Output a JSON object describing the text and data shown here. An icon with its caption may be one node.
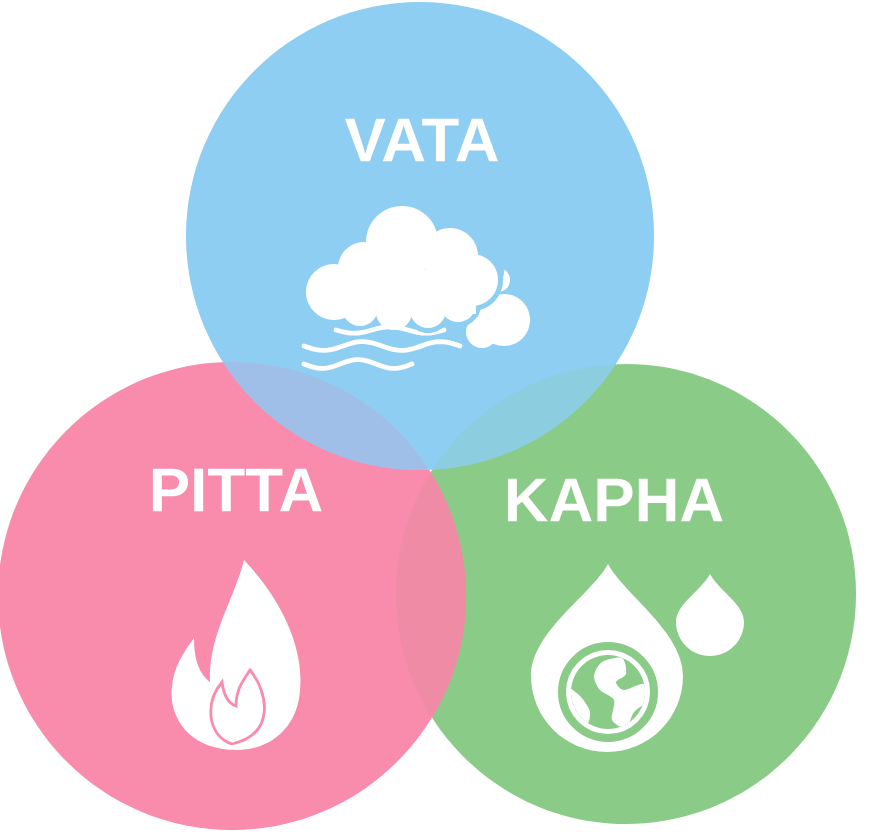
{
  "diagram": {
    "nodes": [
      {
        "text": [
          "VATA"
        ]
      },
      {
        "text": [
          "PITTA"
        ]
      },
      {
        "text": [
          "KAPHA"
        ]
      }
    ]
  }
}
